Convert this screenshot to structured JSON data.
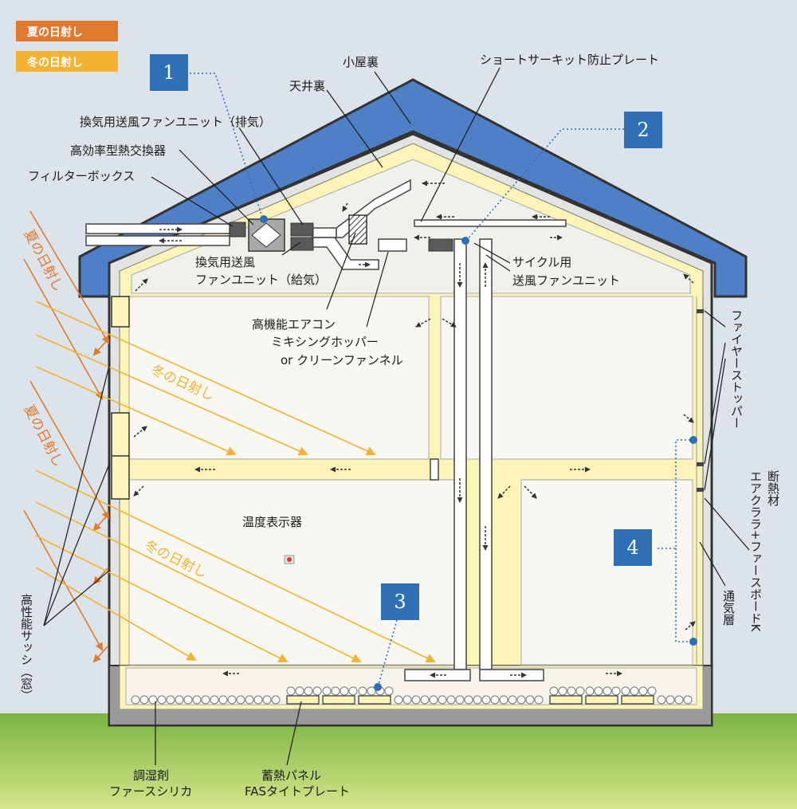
{
  "legend": {
    "summer": "夏の日射し",
    "winter": "冬の日射し",
    "summer_color": "#e07a2e",
    "winter_color": "#f2b233"
  },
  "badges": [
    "1",
    "2",
    "3",
    "4"
  ],
  "labels": {
    "attic": "小屋裏",
    "ceiling_space": "天井裏",
    "short_circuit_plate": "ショートサーキット防止プレート",
    "exhaust_fan_unit": "換気用送風ファンユニット（排気）",
    "heat_exchanger": "高効率型熱交換器",
    "filter_box": "フィルターボックス",
    "supply_fan_unit_1": "換気用送風",
    "supply_fan_unit_2": "ファンユニット（給気）",
    "cycle_fan_unit_1": "サイクル用",
    "cycle_fan_unit_2": "送風ファンユニット",
    "aircon": "高機能エアコン",
    "mixing_hopper": "ミキシングホッパー",
    "clean_funnel": "or クリーンファンネル",
    "fire_stopper": "ファイヤーストッパー",
    "insulation_1": "断熱材",
    "insulation_2": "エアクララ+ファースボードK",
    "air_layer": "通気層",
    "temp_display": "温度表示器",
    "sash": "高性能サッシ（窓）",
    "humidity_agent_1": "調湿剤",
    "humidity_agent_2": "ファースシリカ",
    "heat_panel_1": "蓄熱パネル",
    "heat_panel_2": "FASタイトプレート"
  },
  "sun_labels": {
    "summer_upper": "夏の日射し",
    "summer_lower": "夏の日射し",
    "winter_upper": "冬の日射し",
    "winter_lower": "冬の日射し"
  },
  "colors": {
    "roof": "#4f7fc6",
    "insulation": "#fbf3b8",
    "badge": "#2f6fb5",
    "ground": "#8cc04a",
    "interior": "#f8f7f2",
    "attic_fill": "#f1f1ec",
    "duct": "#ffffff",
    "fan": "#5a5a5a"
  }
}
